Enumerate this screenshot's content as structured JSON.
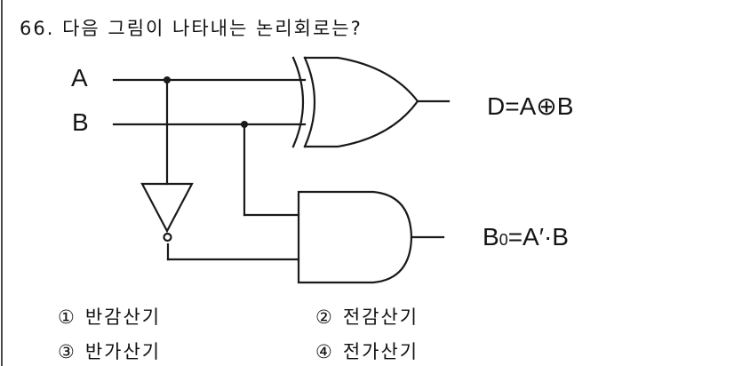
{
  "question": {
    "number": "66.",
    "text": "다음 그림이 나타내는 논리회로는?"
  },
  "diagram": {
    "inputs": [
      {
        "label": "A"
      },
      {
        "label": "B"
      }
    ],
    "gates": [
      {
        "type": "XOR",
        "output_expression": "D=A⊕B"
      },
      {
        "type": "NOT"
      },
      {
        "type": "AND",
        "output_expression_main": "B",
        "output_expression_sub": "0",
        "output_expression_rest": "=A′·B"
      }
    ],
    "colors": {
      "line": "#1a1a1a",
      "background": "#ffffff"
    }
  },
  "options": [
    {
      "num": "①",
      "text": "반감산기"
    },
    {
      "num": "②",
      "text": "전감산기"
    },
    {
      "num": "③",
      "text": "반가산기"
    },
    {
      "num": "④",
      "text": "전가산기"
    }
  ]
}
